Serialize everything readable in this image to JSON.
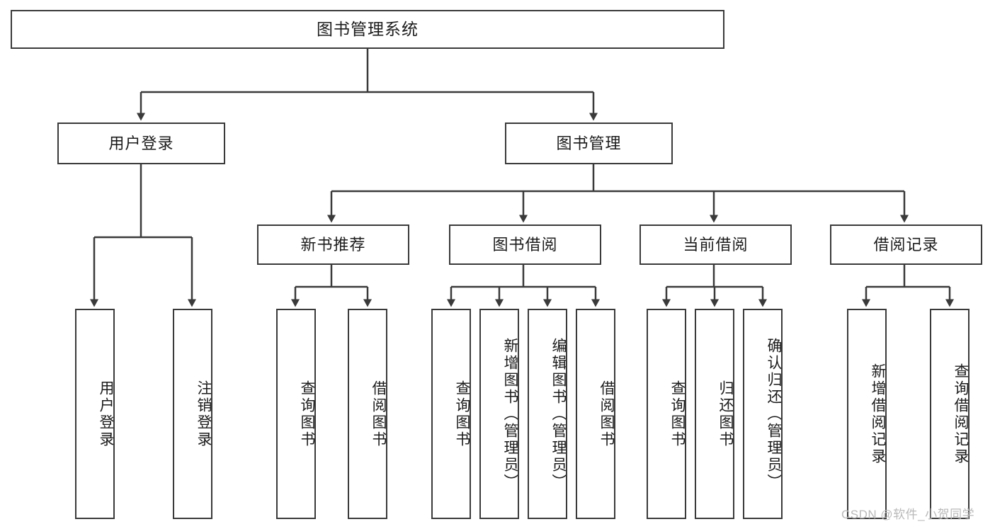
{
  "diagram": {
    "title": "图书管理系统",
    "root": {
      "label": "图书管理系统"
    },
    "level1": [
      {
        "label": "用户登录"
      },
      {
        "label": "图书管理"
      }
    ],
    "level2": [
      {
        "label": "新书推荐"
      },
      {
        "label": "图书借阅"
      },
      {
        "label": "当前借阅"
      },
      {
        "label": "借阅记录"
      }
    ],
    "leaves": {
      "user_login": [
        {
          "label": "用户登录"
        },
        {
          "label": "注销登录"
        }
      ],
      "new_book_recommend": [
        {
          "label": "查询图书"
        },
        {
          "label": "借阅图书"
        }
      ],
      "book_borrow": [
        {
          "label": "查询图书"
        },
        {
          "label": "新增图书（管理员）"
        },
        {
          "label": "编辑图书（管理员）"
        },
        {
          "label": "借阅图书"
        }
      ],
      "current_borrow": [
        {
          "label": "查询图书"
        },
        {
          "label": "归还图书"
        },
        {
          "label": "确认归还（管理员）"
        }
      ],
      "borrow_record": [
        {
          "label": "新增借阅记录"
        },
        {
          "label": "查询借阅记录"
        }
      ]
    }
  },
  "watermark": {
    "text": "CSDN @软件_小贺同学"
  },
  "colors": {
    "stroke": "#3a3a3a",
    "background": "#ffffff",
    "text": "#1b1b1b",
    "watermark": "#b9b9b9"
  }
}
